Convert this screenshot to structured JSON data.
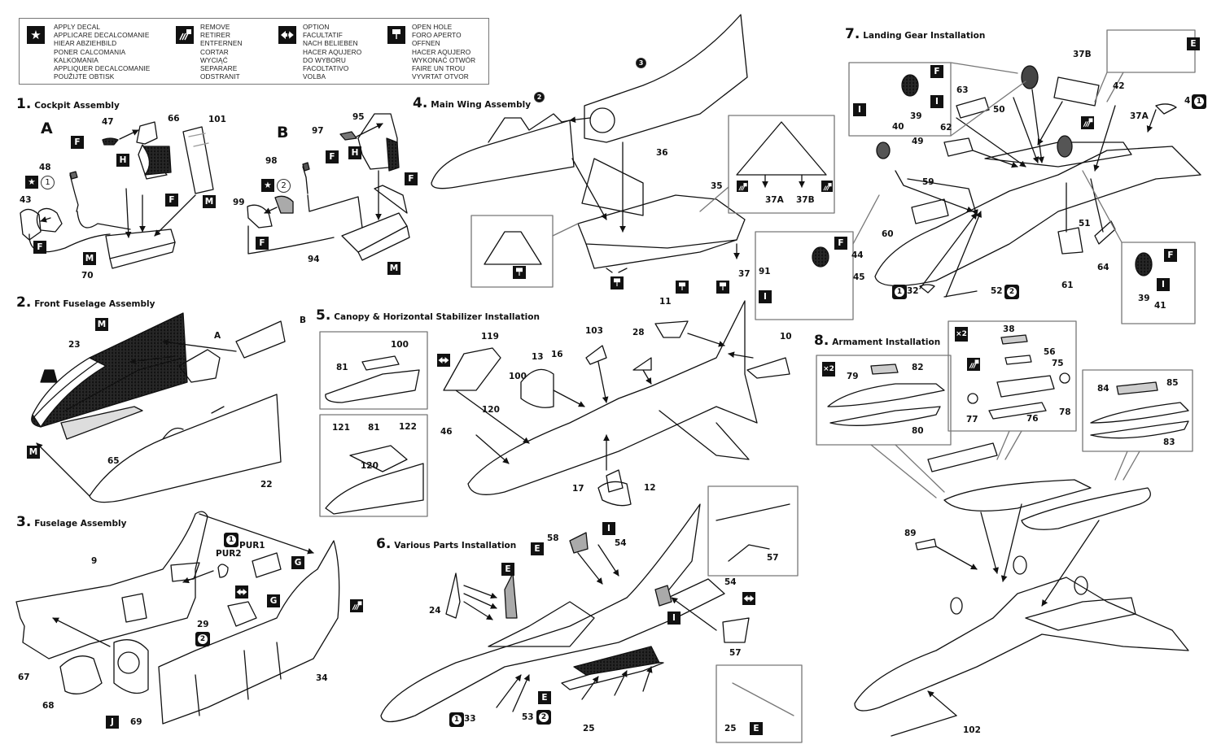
{
  "legend": {
    "items": [
      {
        "icon": "star-icon",
        "glyph": "★",
        "lines": [
          "APPLY DECAL",
          "APPLICARE DECALCOMANIE",
          "HIEAR ABZIEHBILD",
          "PONER CALCOMANIA",
          "KALKOMANIA",
          "APPLIQUER DECALCOMANIE",
          "POUŽIJTE OBTISK"
        ]
      },
      {
        "icon": "remove-icon",
        "glyph": "✂",
        "lines": [
          "REMOVE",
          "RETIRER",
          "ENTFERNEN",
          "CORTAR",
          "WYCIĄĆ",
          "SEPARARE",
          "ODSTRANIT"
        ]
      },
      {
        "icon": "option-icon",
        "glyph": "⇆",
        "lines": [
          "OPTION",
          "FACULTATIF",
          "NACH BELIEBEN",
          "HACER AQUJERO",
          "DO WYBORU",
          "FACOLTATIVO",
          "VOLBA"
        ]
      },
      {
        "icon": "open-hole-icon",
        "glyph": "▾",
        "lines": [
          "OPEN HOLE",
          "FORO APERTO",
          "OFFNEN",
          "HACER AQUJERO",
          "WYKONAĆ OTWÓR",
          "FAIRE UN TROU",
          "VYVRTAT OTVOR"
        ]
      }
    ]
  },
  "steps": [
    {
      "num": "1.",
      "title": "Cockpit Assembly"
    },
    {
      "num": "2.",
      "title": "Front Fuselage Assembly"
    },
    {
      "num": "3.",
      "title": "Fuselage Assembly"
    },
    {
      "num": "4.",
      "title": "Main Wing Assembly"
    },
    {
      "num": "5.",
      "title": "Canopy & Horizontal Stabilizer Installation"
    },
    {
      "num": "6.",
      "title": "Various Parts Installation"
    },
    {
      "num": "7.",
      "title": "Landing Gear Installation"
    },
    {
      "num": "8.",
      "title": "Armament Installation"
    }
  ],
  "step1": {
    "variantA": "A",
    "variantB": "B",
    "partsA": {
      "p47": "47",
      "p66": "66",
      "p101": "101",
      "p48": "48",
      "p43": "43",
      "p70": "70",
      "decal": "1"
    },
    "partsB": {
      "p95": "95",
      "p97": "97",
      "p98": "98",
      "p99": "99",
      "p94": "94",
      "decal": "2"
    },
    "colors": {
      "F": "F",
      "H": "H",
      "M": "M"
    }
  },
  "step2": {
    "parts": {
      "p23": "23",
      "p65": "65",
      "p22": "22",
      "A": "A",
      "B": "B"
    },
    "colors": {
      "M": "M"
    }
  },
  "step3": {
    "parts": {
      "p9": "9",
      "pur1": "PUR1",
      "pur2": "PUR2",
      "p29": "29",
      "p67": "67",
      "p68": "68",
      "p69": "69",
      "p34": "34",
      "n1": "1",
      "n2": "2"
    },
    "colors": {
      "G": "G",
      "J": "J"
    }
  },
  "step4": {
    "parts": {
      "p36": "36",
      "p35": "35",
      "p37": "37",
      "p37a": "37A",
      "p37b": "37B",
      "m2": "2",
      "m3": "3"
    }
  },
  "step5": {
    "parts": {
      "p100a": "100",
      "p81a": "81",
      "p121": "121",
      "p81b": "81",
      "p122": "122",
      "p120b": "120",
      "p119": "119",
      "p13": "13",
      "p16": "16",
      "p100": "100",
      "p103": "103",
      "p28": "28",
      "p11": "11",
      "p10": "10",
      "p120": "120",
      "p46": "46",
      "p17": "17",
      "p12": "12"
    }
  },
  "step6": {
    "parts": {
      "p58": "58",
      "p54a": "54",
      "p24": "24",
      "p54b": "54",
      "p57a": "57",
      "p57b": "57",
      "p33": "33",
      "p53": "53",
      "p25a": "25",
      "p25b": "25",
      "n1": "1",
      "n2": "2"
    },
    "colors": {
      "E": "E",
      "I": "I"
    }
  },
  "step7": {
    "parts": {
      "p40": "40",
      "p39a": "39",
      "p63": "63",
      "p50": "50",
      "p37b": "37B",
      "p42": "42",
      "p4": "4",
      "p37a": "37A",
      "p62": "62",
      "p49": "49",
      "p59": "59",
      "p60": "60",
      "p51": "51",
      "p61": "61",
      "p64": "64",
      "p32": "32",
      "p52": "52",
      "p91": "91",
      "p44": "44",
      "p45": "45",
      "p39b": "39",
      "p41": "41",
      "n1a": "1",
      "n1b": "1",
      "n2": "2"
    },
    "colors": {
      "F": "F",
      "I": "I",
      "E": "E"
    }
  },
  "step8": {
    "parts": {
      "x2a": "×2",
      "x2b": "×2",
      "p79": "79",
      "p82": "82",
      "p80": "80",
      "p38": "38",
      "p56": "56",
      "p75": "75",
      "p77": "77",
      "p76": "76",
      "p78": "78",
      "p84": "84",
      "p85": "85",
      "p83": "83",
      "p89": "89",
      "p102": "102"
    }
  }
}
